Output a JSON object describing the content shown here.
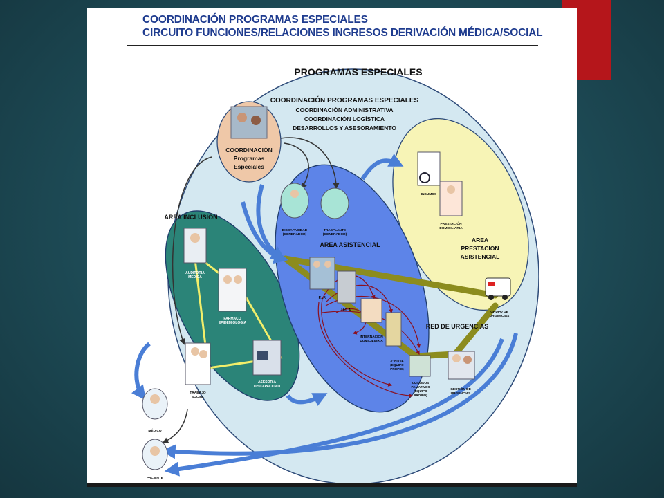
{
  "header": {
    "line1": "COORDINACIÓN PROGRAMAS ESPECIALES",
    "line2": "CIRCUITO FUNCIONES/RELACIONES INGRESOS DERIVACIÓN MÉDICA/SOCIAL"
  },
  "main": {
    "title": "PROGRAMAS ESPECIALES",
    "coord_title": "COORDINACIÓN PROGRAMAS ESPECIALES",
    "coord_lines": [
      "COORDINACIÓN ADMINISTRATIVA",
      "COORDINACIÓN LOGÍSTICA",
      "DESARROLLOS Y ASESORAMIENTO"
    ]
  },
  "coordinacion_node": {
    "lines": [
      "COORDINACIÓN",
      "Programas",
      "Especiales"
    ]
  },
  "area_inclusion": {
    "label": "AREA INCLUSIÓN",
    "nodes": [
      {
        "lines": [
          "AUDITORIA",
          "MÉDICA"
        ]
      },
      {
        "lines": [
          "FARMACO",
          "EPIDEMIOLOGIA"
        ]
      },
      {
        "lines": [
          "ASESORIA",
          "DISCAPACIDAD"
        ]
      }
    ]
  },
  "area_asistencial": {
    "label": "AREA ASISTENCIAL",
    "top_nodes": [
      {
        "lines": [
          "DISCAPACIDAD",
          "(GENERADOR)"
        ]
      },
      {
        "lines": [
          "TRASPLANTE",
          "(GENERADOR)"
        ]
      }
    ],
    "nodes": [
      {
        "lines": [
          "P.I.F."
        ]
      },
      {
        "lines": [
          "U.G.A."
        ]
      },
      {
        "lines": [
          "INTERNACION",
          "DOMICILIARIA"
        ]
      },
      {
        "lines": [
          "3° NIVEL",
          "(EQUIPO",
          "PROPIO)"
        ]
      },
      {
        "lines": [
          "CUIDADOS",
          "PALIATIVOS",
          "(EQUIPO",
          "PROPIO)"
        ]
      }
    ]
  },
  "area_prestacion": {
    "label_lines": [
      "AREA",
      "PRESTACION",
      "ASISTENCIAL"
    ],
    "nodes": [
      {
        "lines": [
          "INSUMOS"
        ]
      },
      {
        "lines": [
          "PRESTACIÓN",
          "DOMICILIARIA"
        ]
      }
    ]
  },
  "red_urgencias": {
    "label": "RED DE URGENCIAS",
    "nodes": [
      {
        "lines": [
          "GRUPO DE",
          "URGENCIAS"
        ]
      },
      {
        "lines": [
          "GESTIÓN DE",
          "URGENCIAS"
        ]
      }
    ]
  },
  "outer_nodes": {
    "trabajo_social": [
      "TRABAJO",
      "SOCIAL"
    ],
    "medico": [
      "MÉDICO"
    ],
    "paciente": [
      "PACIENTE"
    ]
  },
  "colors": {
    "outer_ellipse": "#d4e8f1",
    "inclusion": "#2b8478",
    "asistencial": "#5d84e8",
    "prestacion": "#f7f4b6",
    "coordinacion": "#efc8a8",
    "connector": "#8c8c1e",
    "yellow_link": "#f2ee6a",
    "blue_arrow": "#4a7ed6",
    "red_arrow": "#8a1020",
    "header_text": "#1f3c8f"
  }
}
